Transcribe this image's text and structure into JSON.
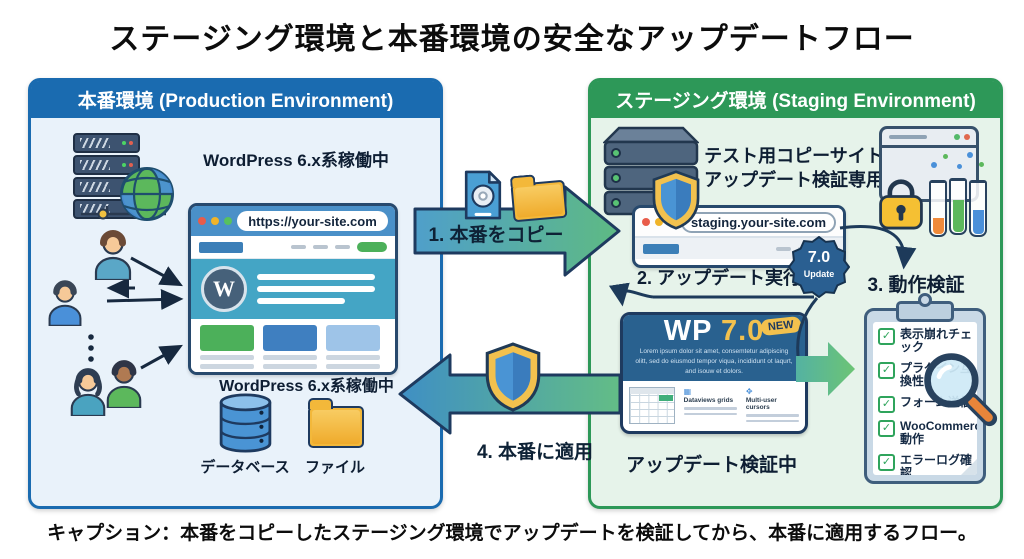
{
  "title": "ステージング環境と本番環境の安全なアップデートフロー",
  "caption": "キャプション：本番をコピーしたステージング環境でアップデートを検証してから、本番に適用するフロー。",
  "production": {
    "header": "本番環境 (Production Environment)",
    "running_status_top": "WordPress 6.x系稼働中",
    "running_status_bottom": "WordPress 6.x系稼働中",
    "browser": {
      "url": "https://your-site.com"
    },
    "database_label": "データベース",
    "files_label": "ファイル"
  },
  "staging": {
    "header": "ステージング環境 (Staging Environment)",
    "purpose_line1": "テスト用コピーサイト",
    "purpose_line2": "アップデート検証専用",
    "browser": {
      "url": "staging.your-site.com"
    },
    "update_badge": {
      "version": "7.0",
      "label": "Update"
    },
    "wp_card": {
      "name": "WP",
      "version": "7.0",
      "new_badge": "NEW",
      "description": "Lorem ipsum dolor sit amet, consemtetur adipiscing olitt, sed do eiusmod tempor viqua, incididunt ot laqurt, and isouw et dolors.",
      "feature1": "Dataviews grids",
      "feature2": "Multi-user cursors"
    },
    "verifying_label": "アップデート検証中",
    "checklist": [
      "表示崩れチェック",
      "プラグイン互換性",
      "フォーム送信",
      "WooCommerce動作",
      "エラーログ確認"
    ]
  },
  "steps": {
    "copy": "1. 本番をコピー",
    "update": "2. アップデート実行",
    "verify": "3. 動作検証",
    "apply": "4. 本番に適用"
  },
  "icons": {
    "check": "✓",
    "wordpress": "W",
    "grid": "▦",
    "cursors": "✥"
  },
  "colors": {
    "production_blue": "#1a6bb0",
    "production_bg": "#e9f2fa",
    "staging_green": "#2d9858",
    "staging_bg": "#e6f3ea",
    "outline_navy": "#1e3a5f",
    "accent_yellow": "#f2c14e",
    "check_green": "#2fa45c",
    "arrow_blue": "#4f9fca",
    "arrow_green": "#5eba83"
  }
}
